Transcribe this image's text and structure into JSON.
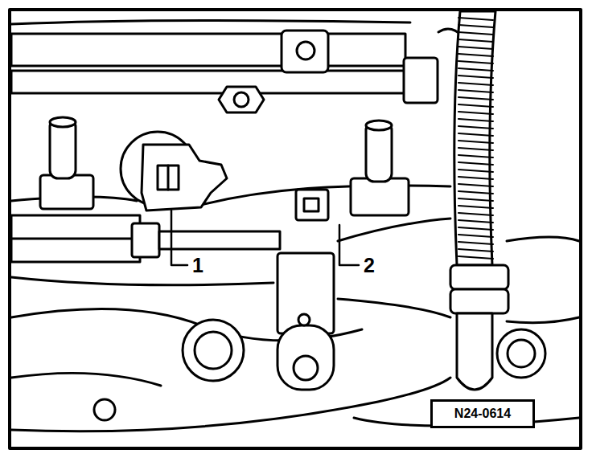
{
  "diagram": {
    "nodes": [
      {
        "text": [
          "N24-0614"
        ]
      }
    ],
    "labels": [
      "1",
      "2"
    ]
  }
}
